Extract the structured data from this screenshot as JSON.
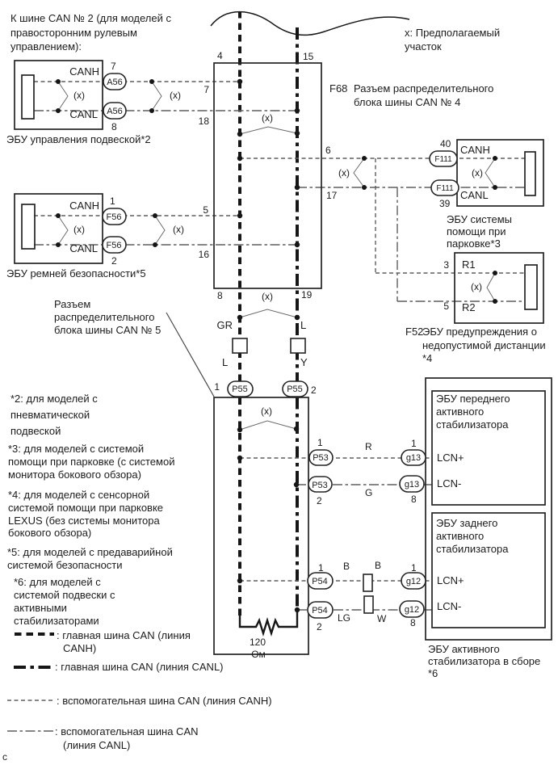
{
  "colors": {
    "background": "#ffffff",
    "ink": "#1c1c1c",
    "wire_gray": "#5f5f5f"
  },
  "shared": {
    "x_mark": "(x)"
  },
  "title": {
    "lines": [
      "К шине CAN № 2 (для моделей с",
      "правосторонним рулевым",
      "управлением):"
    ]
  },
  "x_note": {
    "lines": [
      "x: Предполагаемый",
      "участок"
    ]
  },
  "f68": {
    "id": "F68",
    "label_lines": [
      "Разъем распределительного",
      "блока шины CAN № 4"
    ],
    "pin_top_left": "4",
    "pin_top_right": "15",
    "pin_7": "7",
    "pin_18": "18",
    "pin_5": "5",
    "pin_16": "16",
    "pin_6": "6",
    "pin_17": "17",
    "pin_8": "8",
    "pin_19": "19"
  },
  "can5": {
    "label_lines": [
      "Разъем",
      "распределительного",
      "блока шины CAN № 5"
    ]
  },
  "suspension_ecu": {
    "label": "ЭБУ управления подвеской*2",
    "canh": "CANH",
    "canl": "CANL",
    "connector": "A56",
    "pin_canh": "7",
    "pin_canl": "8"
  },
  "seatbelt_ecu": {
    "label": "ЭБУ ремней безопасности*5",
    "canh": "CANH",
    "canl": "CANL",
    "connector": "F56",
    "pin_canh": "1",
    "pin_canl": "2"
  },
  "parking_ecu": {
    "label_lines": [
      "ЭБУ системы",
      "помощи при",
      "парковке*3"
    ],
    "canh": "CANH",
    "canl": "CANL",
    "connector": "F111",
    "pin_canh": "40",
    "pin_canl": "39"
  },
  "distance_ecu": {
    "id": "F52",
    "label_lines": [
      "ЭБУ предупреждения о",
      "недопустимой дистанции",
      "*4"
    ],
    "r1": "R1",
    "r2": "R2",
    "pin_r1": "3",
    "pin_r2": "5"
  },
  "front_stab_ecu": {
    "label_lines": [
      "ЭБУ переднего",
      "активного",
      "стабилизатора"
    ],
    "lcn_plus": "LCN+",
    "lcn_minus": "LCN-"
  },
  "rear_stab_ecu": {
    "label_lines": [
      "ЭБУ заднего",
      "активного",
      "стабилизатора"
    ],
    "lcn_plus": "LCN+",
    "lcn_minus": "LCN-"
  },
  "stab_assembly": {
    "label_lines": [
      "ЭБУ активного",
      "стабилизатора в сборе",
      "*6"
    ]
  },
  "connectors": {
    "p55": "P55",
    "p53": "P53",
    "p54": "P54",
    "g13": "g13",
    "g12": "g12",
    "p55_pin1": "1",
    "p55_pin2": "2",
    "p53_pin1": "1",
    "p53_pin2": "2",
    "p54_pin1": "1",
    "p54_pin2": "2",
    "g13_pin1": "1",
    "g13_pin8": "8",
    "g12_pin1": "1",
    "g12_pin8": "8"
  },
  "wire_labels": {
    "gr": "GR",
    "l_upper": "L",
    "l_lower": "L",
    "y": "Y",
    "r": "R",
    "g": "G",
    "b1": "B",
    "b2": "B",
    "lg": "LG",
    "w": "W"
  },
  "resistor": {
    "value": "120",
    "unit": "Ом"
  },
  "footnotes": [
    {
      "lines": [
        "*2: для моделей с",
        "пневматической",
        "подвеской"
      ]
    },
    {
      "lines": [
        "*3: для моделей с системой",
        "помощи при парковке (с системой",
        "монитора бокового обзора)"
      ]
    },
    {
      "lines": [
        "*4: для моделей с сенсорной",
        "системой помощи при парковке",
        "LEXUS (без системы монитора",
        "бокового обзора)"
      ]
    },
    {
      "lines": [
        "*5: для моделей с предаварийной",
        "системой безопасности"
      ]
    },
    {
      "lines": [
        "*6: для моделей с",
        "системой подвески с",
        "активными",
        "стабилизаторами"
      ]
    }
  ],
  "legend": [
    {
      "lines": [
        ": главная шина CAN (линия",
        "CANH)"
      ]
    },
    {
      "lines": [
        ": главная шина CAN (линия CANL)"
      ]
    },
    {
      "lines": [
        ": вспомогательная шина CAN (линия CANH)"
      ]
    },
    {
      "lines": [
        ": вспомогательная шина CAN",
        "(линия CANL)"
      ]
    }
  ],
  "footer": {
    "mark": "с"
  }
}
